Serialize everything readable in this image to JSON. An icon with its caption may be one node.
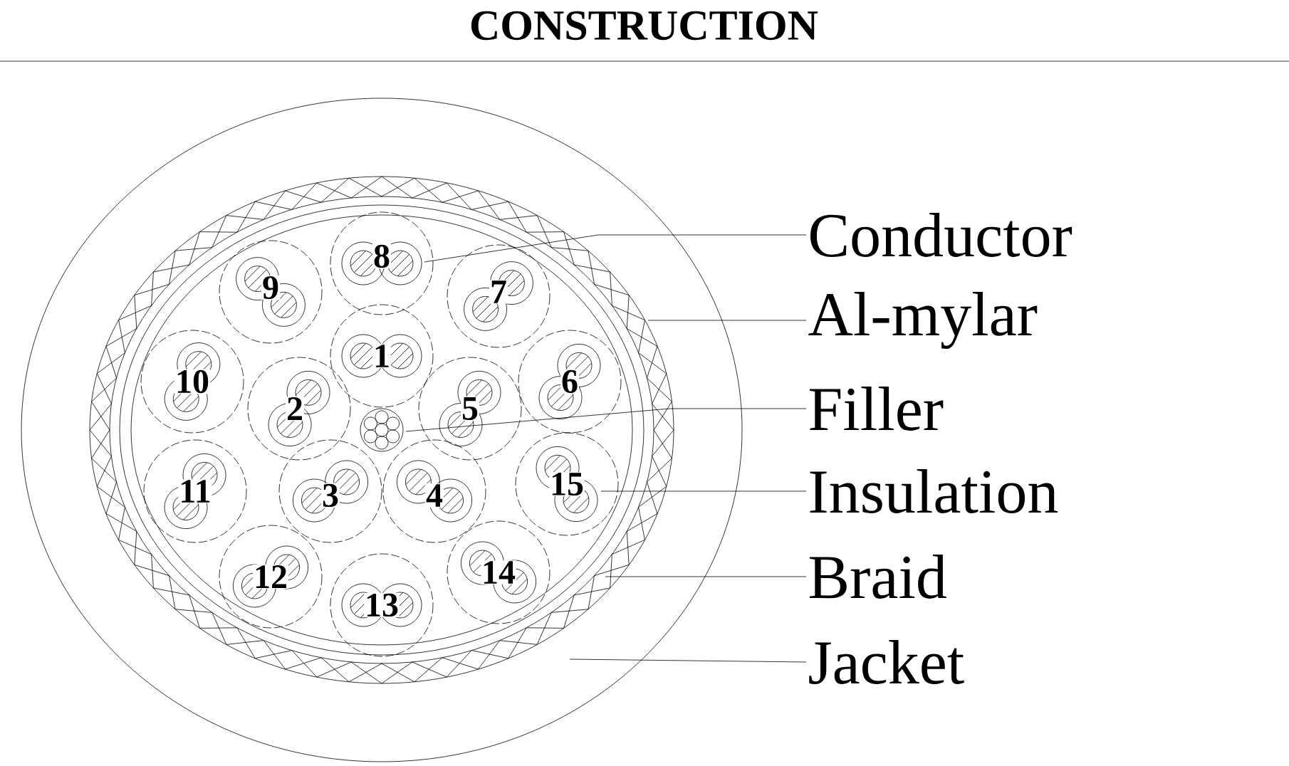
{
  "diagram": {
    "title": "CONSTRUCTION",
    "nodes": [
      {
        "text": [
          "Conductor"
        ]
      },
      {
        "text": [
          "Al-mylar"
        ]
      },
      {
        "text": [
          "Filler"
        ]
      },
      {
        "text": [
          "Insulation"
        ]
      },
      {
        "text": [
          "Braid"
        ]
      },
      {
        "text": [
          "Jacket"
        ]
      }
    ],
    "edges": [
      {
        "from": 0,
        "to": null,
        "arrow": "none"
      },
      {
        "from": 1,
        "to": null,
        "arrow": "none"
      },
      {
        "from": 2,
        "to": null,
        "arrow": "none"
      },
      {
        "from": 3,
        "to": null,
        "arrow": "none"
      },
      {
        "from": 4,
        "to": null,
        "arrow": "none"
      },
      {
        "from": 5,
        "to": null,
        "arrow": "none"
      }
    ],
    "labels": [
      "8",
      "9",
      "7",
      "1",
      "10",
      "6",
      "2",
      "5",
      "11",
      "15",
      "3",
      "4",
      "12",
      "13",
      "14"
    ]
  }
}
